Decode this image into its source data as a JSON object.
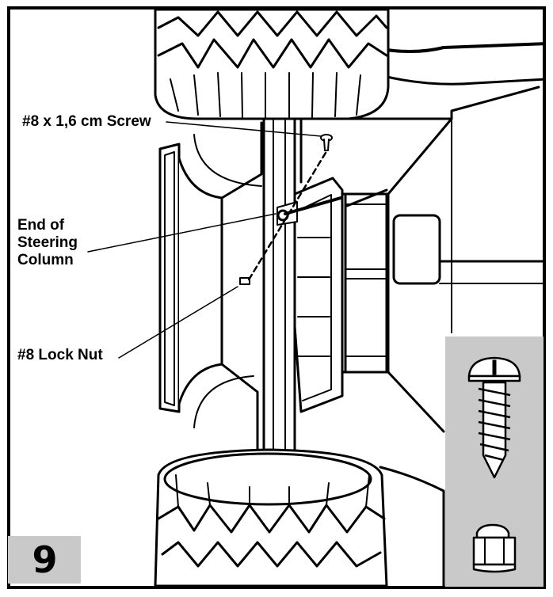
{
  "callouts": {
    "screw": "#8 x 1,6 cm Screw",
    "steering_column_lines": [
      "End of",
      "Steering",
      "Column"
    ],
    "lock_nut": "#8 Lock Nut"
  },
  "step": {
    "number": "9"
  },
  "parts_panel": {
    "color": "#c9c9c9",
    "parts": [
      "screw-icon",
      "lock-nut-icon"
    ]
  },
  "colors": {
    "line": "#000000",
    "panel": "#c9c9c9",
    "background": "#ffffff"
  }
}
